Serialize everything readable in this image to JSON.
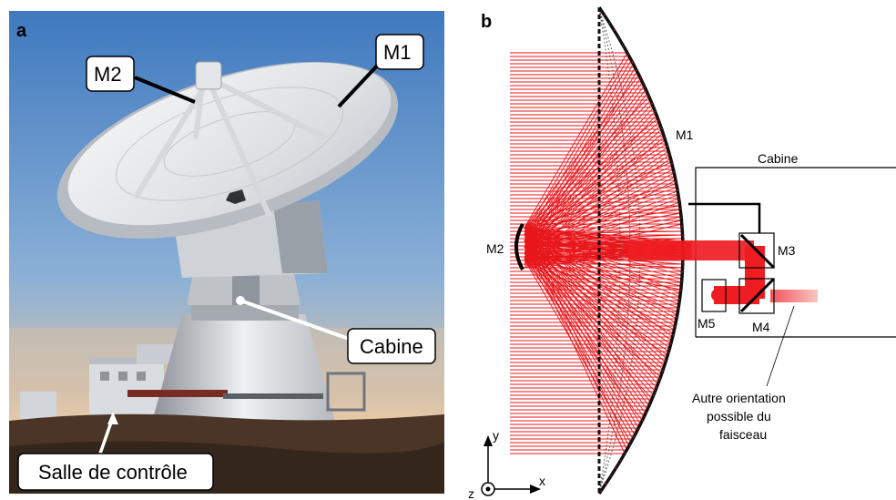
{
  "panel_a": {
    "letter": "a",
    "labels": {
      "m1": "M1",
      "m2": "M2",
      "cabine": "Cabine",
      "salle": "Salle de contrôle"
    }
  },
  "panel_b": {
    "letter": "b",
    "labels": {
      "m1": "M1",
      "m2": "M2",
      "m3": "M3",
      "m4": "M4",
      "m5": "M5",
      "cabine": "Cabine",
      "note_line1": "Autre orientation",
      "note_line2": "possible du",
      "note_line3": "faisceau",
      "axis_x": "x",
      "axis_y": "y",
      "axis_z": "z"
    }
  },
  "colors": {
    "ray": "#e8161b",
    "ray_faint": "#f5a6a8",
    "sky_top": "#4f86c6",
    "sky_bottom": "#e9c9a4",
    "dish": "#e9ecef",
    "ground": "#3b2a1f"
  }
}
